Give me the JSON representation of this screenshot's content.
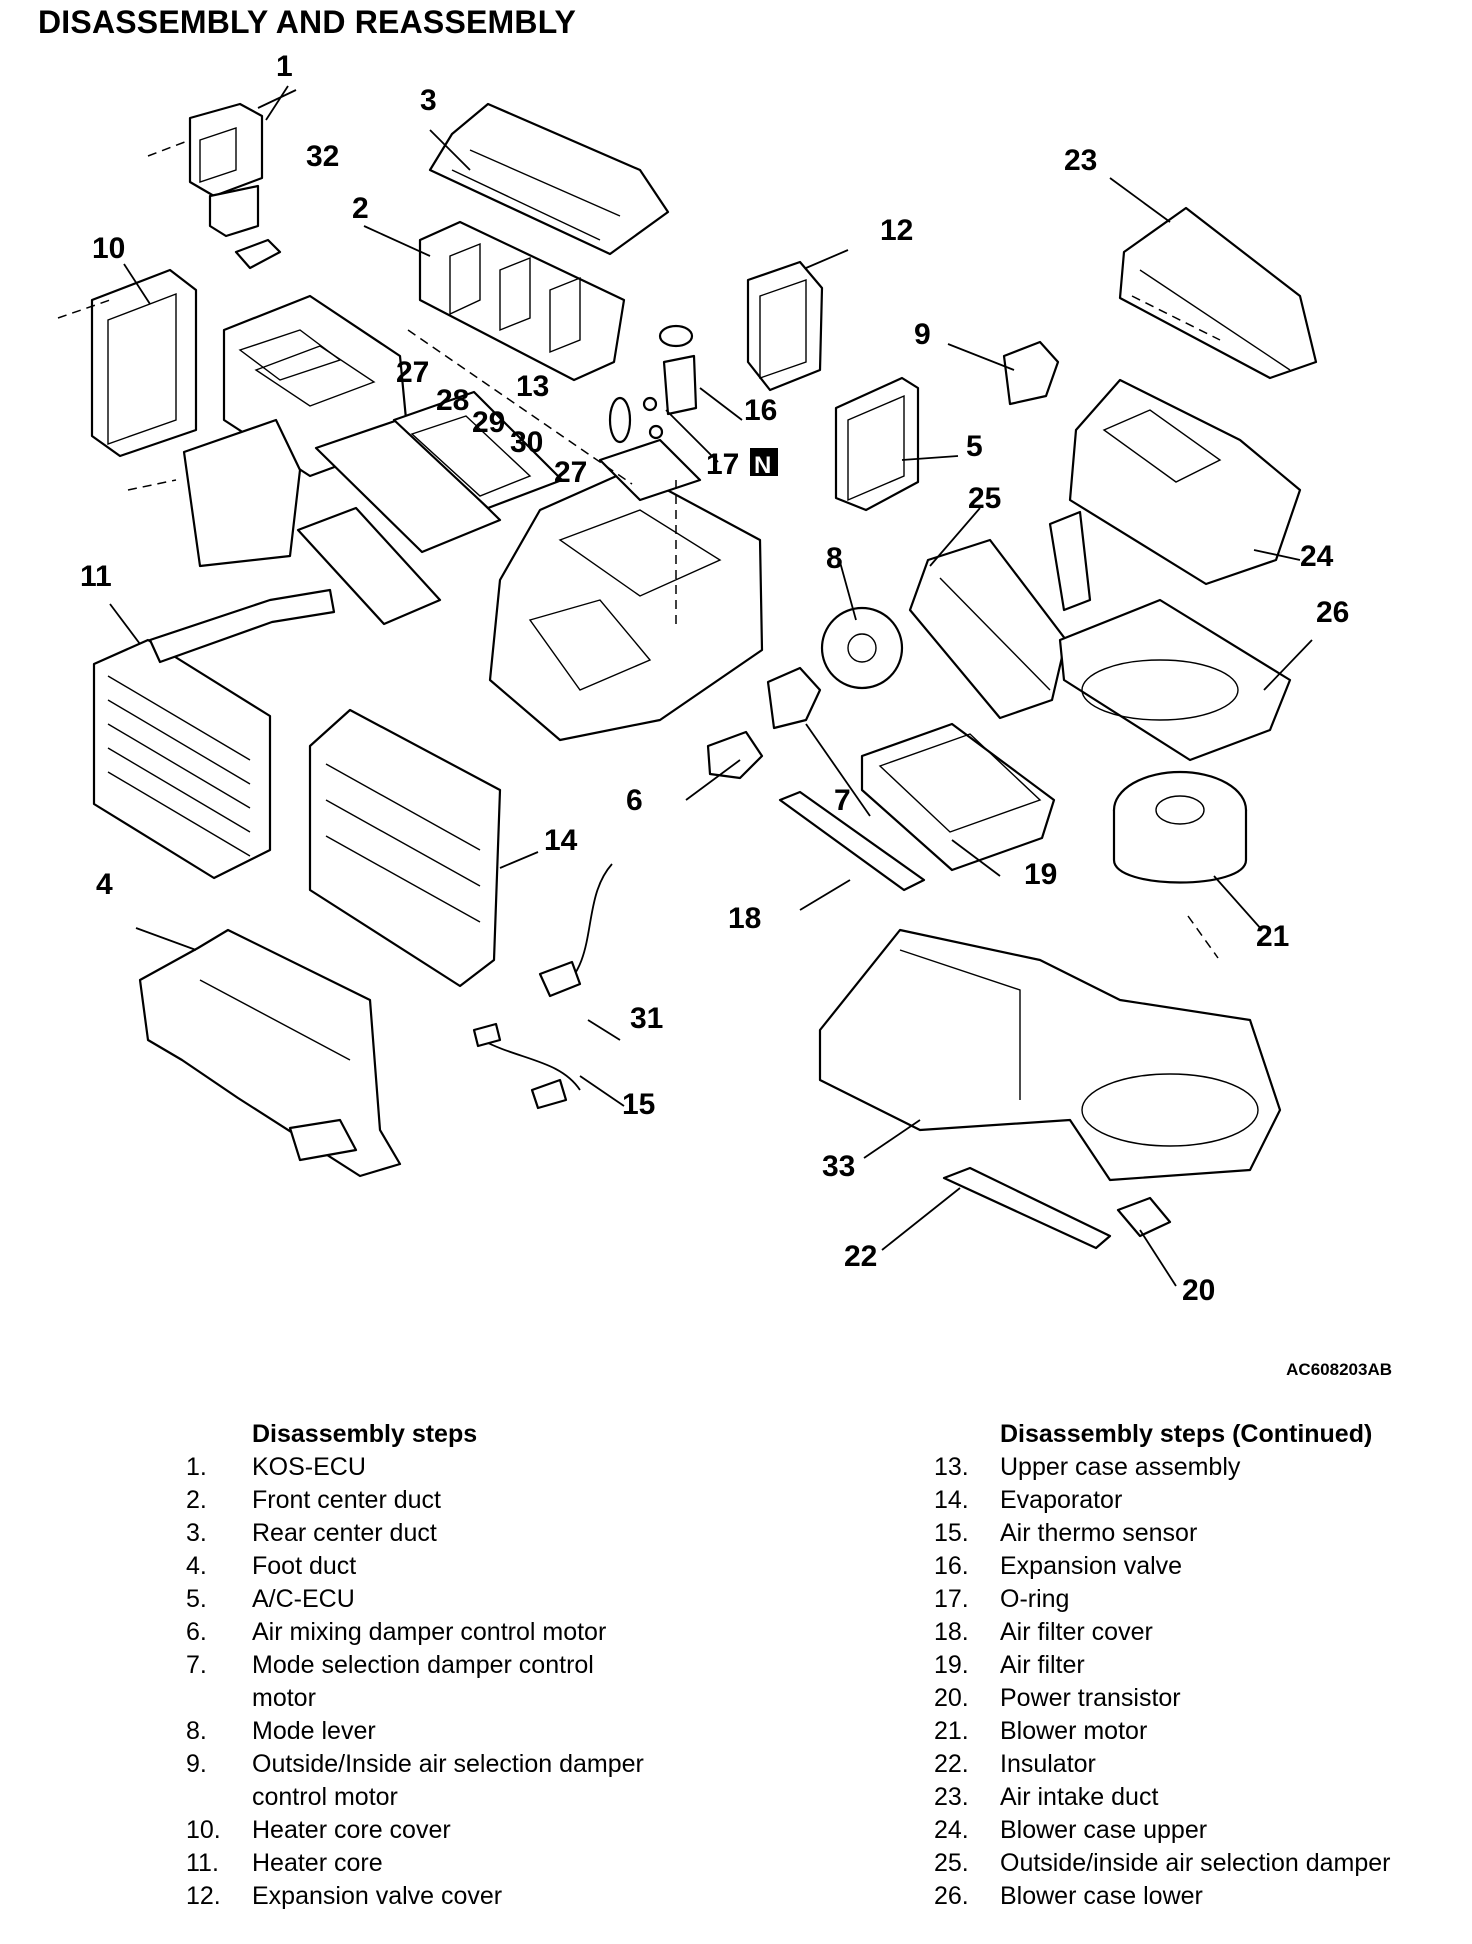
{
  "title": "DISASSEMBLY AND REASSEMBLY",
  "figure_code": "AC608203AB",
  "callout_n_symbol": "N",
  "callouts": [
    "1",
    "2",
    "3",
    "4",
    "5",
    "6",
    "7",
    "8",
    "9",
    "10",
    "11",
    "12",
    "13",
    "14",
    "15",
    "16",
    "17",
    "18",
    "19",
    "20",
    "21",
    "22",
    "23",
    "24",
    "25",
    "26",
    "27",
    "27",
    "28",
    "29",
    "30",
    "31",
    "32",
    "33"
  ],
  "steps_left": {
    "heading": "Disassembly steps",
    "items": [
      {
        "num": "1.",
        "text": "KOS-ECU"
      },
      {
        "num": "2.",
        "text": "Front center duct"
      },
      {
        "num": "3.",
        "text": "Rear center duct"
      },
      {
        "num": "4.",
        "text": "Foot duct"
      },
      {
        "num": "5.",
        "text": "A/C-ECU"
      },
      {
        "num": "6.",
        "text": "Air mixing damper control motor"
      },
      {
        "num": "7.",
        "text": "Mode selection damper control motor"
      },
      {
        "num": "8.",
        "text": "Mode lever"
      },
      {
        "num": "9.",
        "text": "Outside/Inside air selection damper control motor"
      },
      {
        "num": "10.",
        "text": "Heater core cover"
      },
      {
        "num": "11.",
        "text": "Heater core"
      },
      {
        "num": "12.",
        "text": "Expansion valve cover"
      }
    ]
  },
  "steps_right": {
    "heading": "Disassembly steps (Continued)",
    "items": [
      {
        "num": "13.",
        "text": "Upper case assembly"
      },
      {
        "num": "14.",
        "text": "Evaporator"
      },
      {
        "num": "15.",
        "text": "Air thermo sensor"
      },
      {
        "num": "16.",
        "text": "Expansion valve"
      },
      {
        "num": "17.",
        "text": "O-ring"
      },
      {
        "num": "18.",
        "text": "Air filter cover"
      },
      {
        "num": "19.",
        "text": "Air filter"
      },
      {
        "num": "20.",
        "text": "Power transistor"
      },
      {
        "num": "21.",
        "text": "Blower motor"
      },
      {
        "num": "22.",
        "text": "Insulator"
      },
      {
        "num": "23.",
        "text": "Air intake duct"
      },
      {
        "num": "24.",
        "text": "Blower case upper"
      },
      {
        "num": "25.",
        "text": "Outside/inside air selection damper"
      },
      {
        "num": "26.",
        "text": "Blower case lower"
      }
    ]
  }
}
